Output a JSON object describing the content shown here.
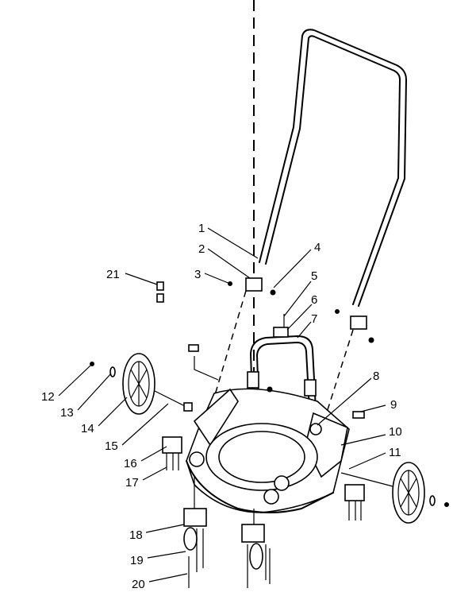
{
  "diagram": {
    "type": "exploded-parts-view",
    "callouts": [
      {
        "id": "c1",
        "label": "1"
      },
      {
        "id": "c2",
        "label": "2"
      },
      {
        "id": "c3",
        "label": "3"
      },
      {
        "id": "c4",
        "label": "4"
      },
      {
        "id": "c5",
        "label": "5"
      },
      {
        "id": "c6",
        "label": "6"
      },
      {
        "id": "c7",
        "label": "7"
      },
      {
        "id": "c8",
        "label": "8"
      },
      {
        "id": "c9",
        "label": "9"
      },
      {
        "id": "c10",
        "label": "10"
      },
      {
        "id": "c11",
        "label": "11"
      },
      {
        "id": "c12",
        "label": "12"
      },
      {
        "id": "c13",
        "label": "13"
      },
      {
        "id": "c14",
        "label": "14"
      },
      {
        "id": "c15",
        "label": "15"
      },
      {
        "id": "c16",
        "label": "16"
      },
      {
        "id": "c17",
        "label": "17"
      },
      {
        "id": "c18",
        "label": "18"
      },
      {
        "id": "c19",
        "label": "19"
      },
      {
        "id": "c20",
        "label": "20"
      },
      {
        "id": "c21",
        "label": "21"
      }
    ]
  }
}
